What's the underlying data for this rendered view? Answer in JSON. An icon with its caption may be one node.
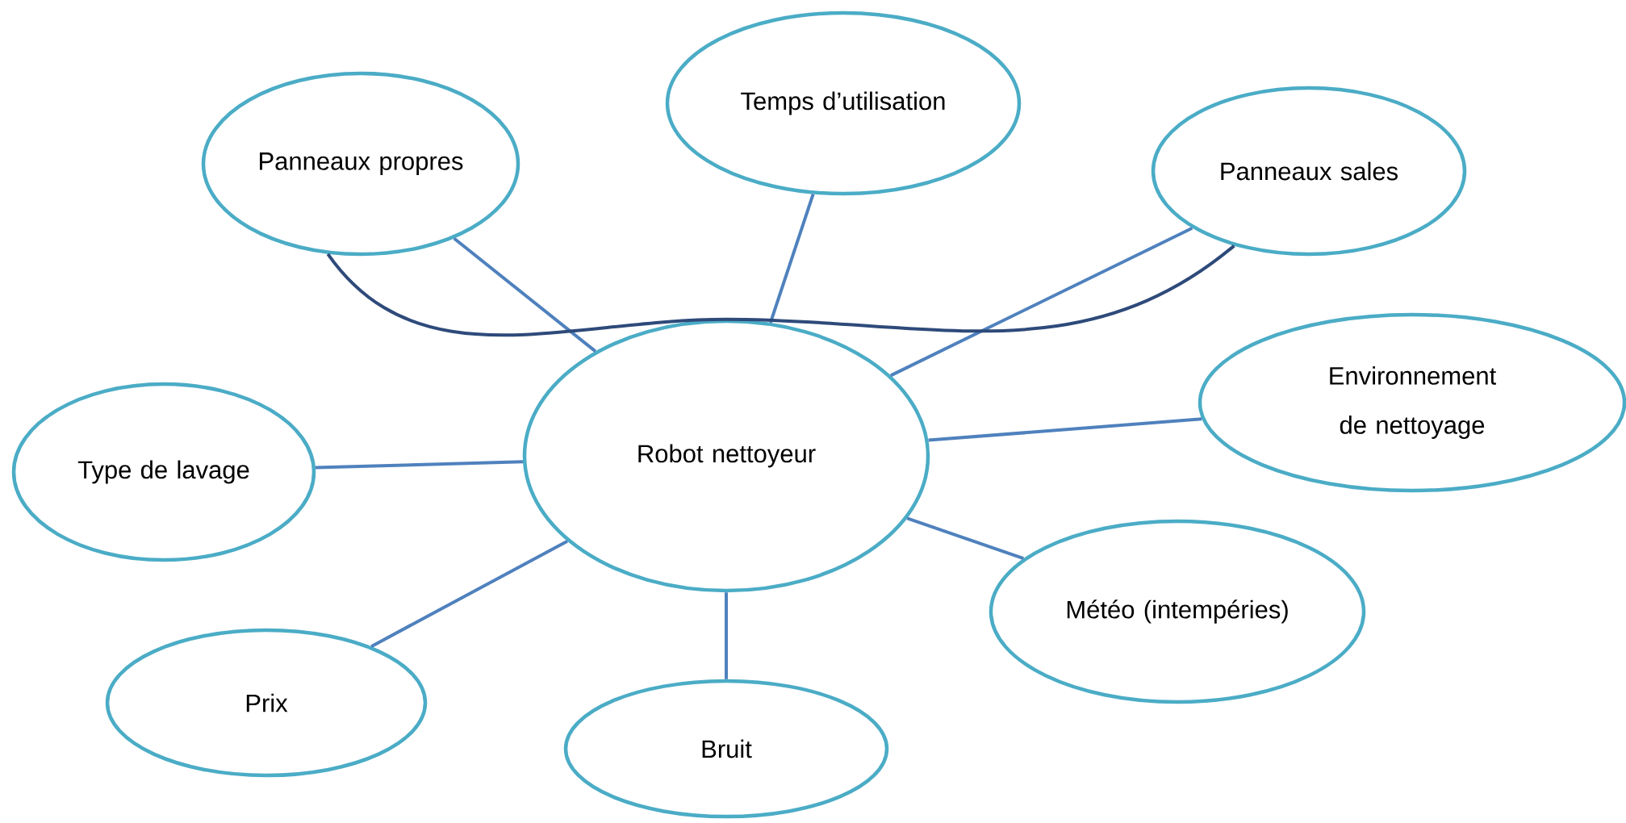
{
  "diagram": {
    "nodes": [
      {
        "text": [
          "Robot nettoyeur"
        ]
      },
      {
        "text": [
          "Panneaux propres"
        ]
      },
      {
        "text": [
          "Temps d’utilisation"
        ]
      },
      {
        "text": [
          "Panneaux sales"
        ]
      },
      {
        "text": [
          "Environnement de nettoyage"
        ]
      },
      {
        "text": [
          "Type de lavage"
        ]
      },
      {
        "text": [
          "Météo (intempéries)"
        ]
      },
      {
        "text": [
          "Prix"
        ]
      },
      {
        "text": [
          "Bruit"
        ]
      }
    ],
    "edges": [
      {
        "from": 0,
        "to": 1,
        "arrow": "none"
      },
      {
        "from": 0,
        "to": 2,
        "arrow": "none"
      },
      {
        "from": 0,
        "to": 3,
        "arrow": "none"
      },
      {
        "from": 0,
        "to": 4,
        "arrow": "none"
      },
      {
        "from": 0,
        "to": 5,
        "arrow": "none"
      },
      {
        "from": 0,
        "to": 6,
        "arrow": "none"
      },
      {
        "from": 0,
        "to": 7,
        "arrow": "none"
      },
      {
        "from": 0,
        "to": 8,
        "arrow": "none"
      },
      {
        "from": 1,
        "to": 3,
        "arrow": "none",
        "color": "#2e4a7a"
      }
    ]
  }
}
